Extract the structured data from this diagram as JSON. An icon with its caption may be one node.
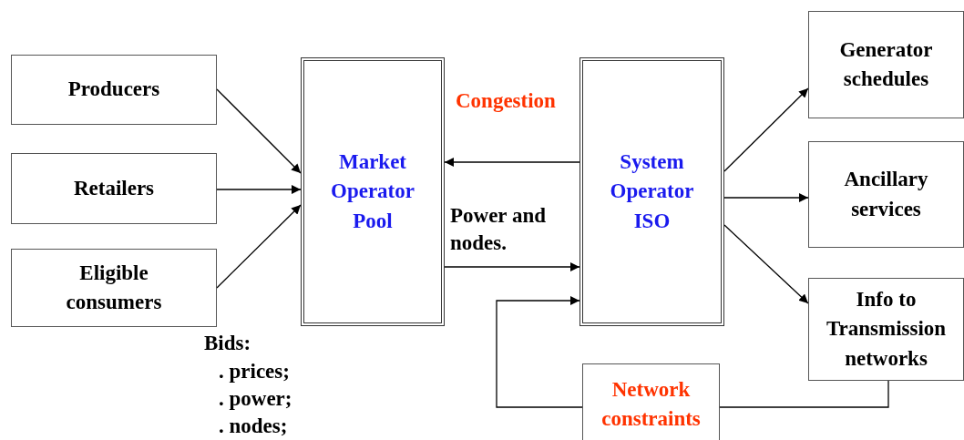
{
  "diagram": {
    "nodes": [
      {
        "text": [
          "Producers"
        ]
      },
      {
        "text": [
          "Retailers"
        ]
      },
      {
        "text": [
          "Eligible consumers"
        ]
      },
      {
        "text": [
          "Market Operator Pool"
        ]
      },
      {
        "text": [
          "System Operator ISO"
        ]
      },
      {
        "text": [
          "Generator schedules"
        ]
      },
      {
        "text": [
          "Ancillary services"
        ]
      },
      {
        "text": [
          "Info to Transmission networks"
        ]
      },
      {
        "text": [
          "Network constraints"
        ]
      }
    ],
    "edges": [
      {
        "from": 0,
        "to": 3,
        "arrow": "to"
      },
      {
        "from": 1,
        "to": 3,
        "arrow": "to"
      },
      {
        "from": 2,
        "to": 3,
        "arrow": "to"
      },
      {
        "from": 4,
        "to": 3,
        "arrow": "to",
        "label": "Congestion"
      },
      {
        "from": 3,
        "to": 4,
        "arrow": "to",
        "label": "Power and nodes."
      },
      {
        "from": 8,
        "to": 4,
        "arrow": "to"
      },
      {
        "from": 4,
        "to": 5,
        "arrow": "to"
      },
      {
        "from": 4,
        "to": 6,
        "arrow": "to"
      },
      {
        "from": 4,
        "to": 7,
        "arrow": "to"
      },
      {
        "from": 7,
        "to": 8,
        "arrow": "none"
      }
    ],
    "labels": [
      "Bids:",
      ". prices;",
      ". power;",
      ". nodes;"
    ]
  }
}
